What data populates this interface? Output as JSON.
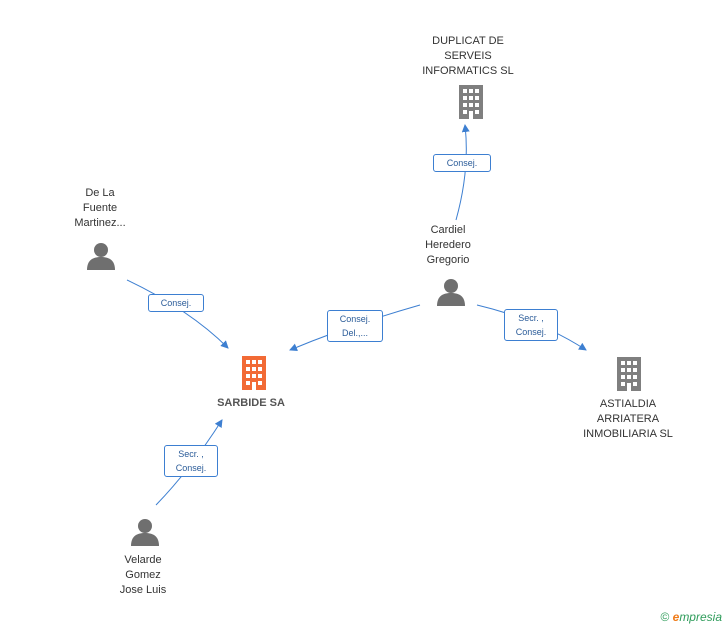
{
  "colors": {
    "edge": "#3d7fd1",
    "company": "#7f7f7f",
    "main_company": "#f26a35",
    "person": "#6f6f6f"
  },
  "nodes": {
    "duplicat": {
      "label": "DUPLICAT DE\nSERVEIS\nINFORMATICS SL",
      "icon": "building-icon"
    },
    "cardiel": {
      "label": "Cardiel\nHeredero\nGregorio",
      "icon": "person-icon"
    },
    "delafuente": {
      "label": "De La\nFuente\nMartinez...",
      "icon": "person-icon"
    },
    "sarbide": {
      "label": "SARBIDE SA",
      "icon": "building-icon"
    },
    "astialdia": {
      "label": "ASTIALDIA\nARRIATERA\nINMOBILIARIA SL",
      "icon": "building-icon"
    },
    "velarde": {
      "label": "Velarde\nGomez\nJose Luis",
      "icon": "person-icon"
    }
  },
  "edges": {
    "cardiel_duplicat": "Consej.",
    "delafuente_sarbide": "Consej.",
    "cardiel_sarbide": "Consej.\nDel.,...",
    "cardiel_astialdia": "Secr. ,\nConsej.",
    "velarde_sarbide": "Secr. ,\nConsej."
  },
  "footer": {
    "copyright": "©",
    "brand_first": "e",
    "brand_rest": "mpresia"
  }
}
